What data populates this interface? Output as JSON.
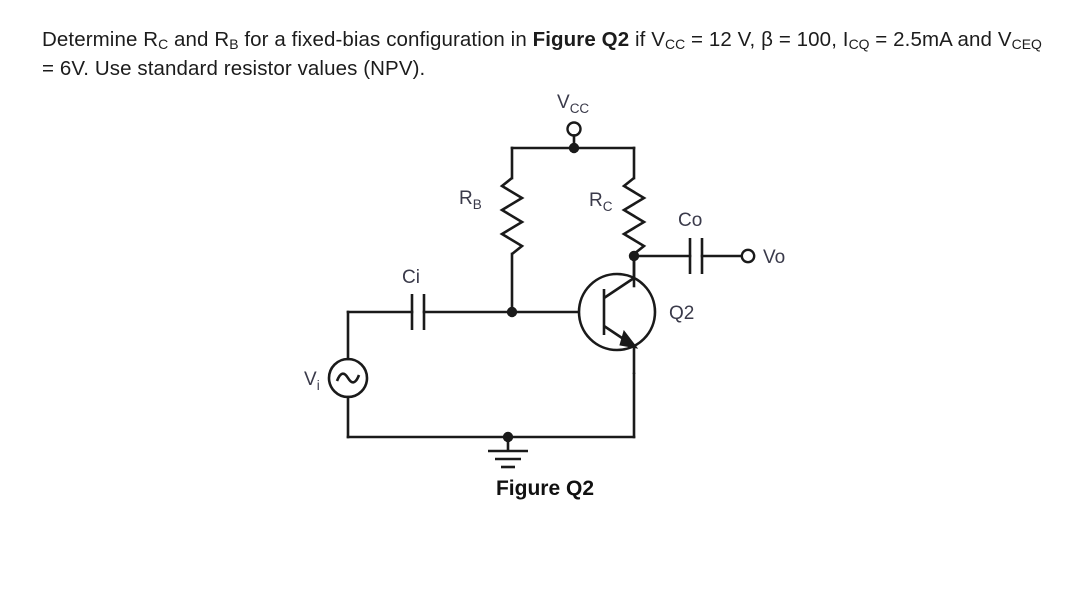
{
  "question": {
    "line1_part1": "Determine R",
    "sub_c": "C",
    "line1_part2": " and R",
    "sub_b": "B",
    "line1_part3": " for a fixed-bias configuration in ",
    "figure_ref": "Figure Q2",
    "line1_part4": " if V",
    "sub_cc": "CC",
    "line1_part5": " = 12 V, β = 100, I",
    "sub_cq": "CQ",
    "line1_part6": " = 2.5mA and V",
    "sub_ceq": "CEQ",
    "line1_part7": " = 6V. Use standard resistor values (NPV).",
    "full_text": "Determine RC and RB for a fixed-bias configuration in Figure Q2 if VCC = 12 V, β = 100, ICQ = 2.5mA and VCEQ = 6V. Use standard resistor values (NPV)."
  },
  "circuit": {
    "caption": "Figure Q2",
    "supply_label": "V",
    "supply_sub": "CC",
    "rb_label": "R",
    "rb_sub": "B",
    "rc_label": "R",
    "rc_sub": "C",
    "ci_label": "Ci",
    "co_label": "Co",
    "vi_label": "V",
    "vi_sub": "i",
    "vo_label": "Vo",
    "transistor_label": "Q2",
    "transistor_type": "NPN",
    "line_color": "#1a1a1a",
    "label_color": "#3a3a4a",
    "background": "#ffffff"
  }
}
